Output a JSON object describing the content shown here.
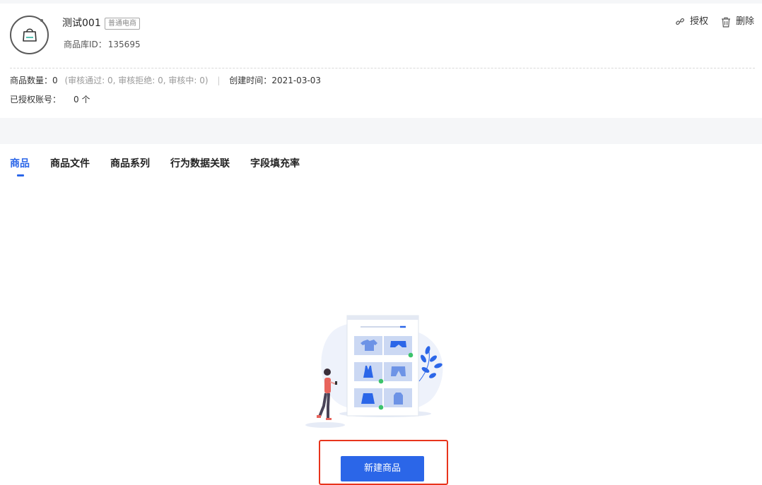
{
  "header": {
    "name": "测试001",
    "tag": "普通电商",
    "id_label": "商品库ID：",
    "id_value": "135695",
    "actions": {
      "authorize": "授权",
      "delete": "删除"
    }
  },
  "stats": {
    "count_label": "商品数量：",
    "count_value": "0",
    "review_detail": "(审核通过: 0, 审核拒绝: 0, 审核中: 0)",
    "separator": "|",
    "created_label": "创建时间：",
    "created_value": "2021-03-03",
    "accounts_label": "已授权账号：",
    "accounts_value": "0 个"
  },
  "tabs": [
    {
      "label": "商品",
      "active": true
    },
    {
      "label": "商品文件",
      "active": false
    },
    {
      "label": "商品系列",
      "active": false
    },
    {
      "label": "行为数据关联",
      "active": false
    },
    {
      "label": "字段填充率",
      "active": false
    }
  ],
  "empty_state": {
    "button_label": "新建商品"
  },
  "colors": {
    "primary": "#2b66e8",
    "highlight_border": "#e8341c",
    "band_gray": "#f5f6f8"
  },
  "icons": {
    "logo": "shopping-bag-icon",
    "authorize": "link-icon",
    "delete": "trash-icon"
  }
}
